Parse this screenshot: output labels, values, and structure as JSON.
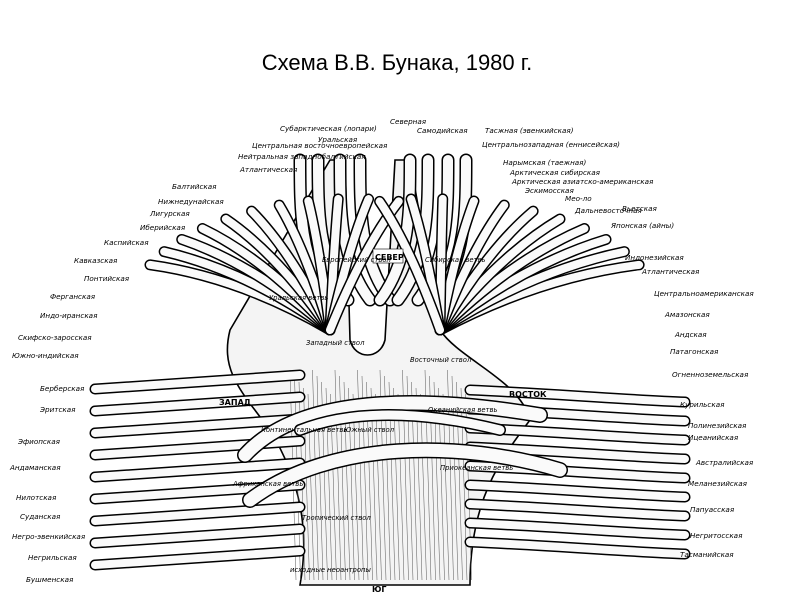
{
  "title": "Схема В.В. Бунака, 1980 г.",
  "directions": {
    "north": "СЕВЕР",
    "west": "ЗАПАД",
    "east": "ВОСТОК",
    "south": "ЮГ"
  },
  "stems": {
    "european": "Европейский ствол",
    "ural": "Уральская ветвь",
    "siberian": "Сибирская ветвь",
    "west_stem": "Западный ствол",
    "east_stem": "Восточный ствол",
    "south_stem": "Южный ствол",
    "tropical": "Тропический ствол",
    "continental": "Континентальная ветвь",
    "oceanic": "Океанийская ветвь",
    "african": "Африканская ветвь",
    "pacific": "Приокеанская ветвь",
    "bottom": "исходные неоантропы"
  },
  "labels_top": [
    "Субарктическая (лопари)",
    "Уральская",
    "Самодийская",
    "Тасжная (эвенкийская)",
    "Северная",
    "Центральная восточноевропейская",
    "Центральнозападная (еннисейская)",
    "Нейтральная западнобалтийская",
    "Атлантическая"
  ],
  "labels_left": [
    "Балтийская",
    "Нижнедунайская",
    "Лигурская",
    "Иберийская",
    "Каспийская",
    "Кавказская",
    "Понтийская",
    "Ферганская",
    "Индо-иранская",
    "Скифско-заросская",
    "Южно-индийская",
    "Берберская",
    "Эритская",
    "Эфиопская",
    "Андаманская",
    "Нилотская",
    "Суданская",
    "Негро-эвенкийская",
    "Негрильская",
    "Бушменская"
  ],
  "labels_right": [
    "Нарымская (таежная)",
    "Арктическая сибирская",
    "Арктическая азиатско-американская",
    "Эскимосская",
    "Мео-ло",
    "Дальневосточная",
    "Вьетская",
    "Японская (айны)",
    "Индонезийская",
    "Атлантическая",
    "Центральноамериканская",
    "Амазонская",
    "Андская",
    "Патагонская",
    "Огненноземельская",
    "Курильская",
    "Полинезийская",
    "Ицеанийская",
    "Австралийская",
    "Меланезийская",
    "Папуасская",
    "Негритосская",
    "Тасманийская"
  ],
  "colors": {
    "ink": "#000000",
    "paper": "#ffffff",
    "wood": "#f4f4f4"
  }
}
